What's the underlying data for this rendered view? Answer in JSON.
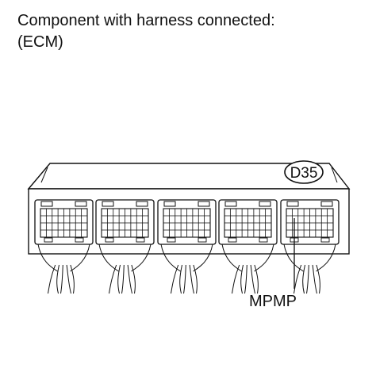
{
  "heading": {
    "line1": "Component with harness connected:",
    "line2": "(ECM)"
  },
  "connector_id": "D35",
  "pin_label": "MPMP"
}
